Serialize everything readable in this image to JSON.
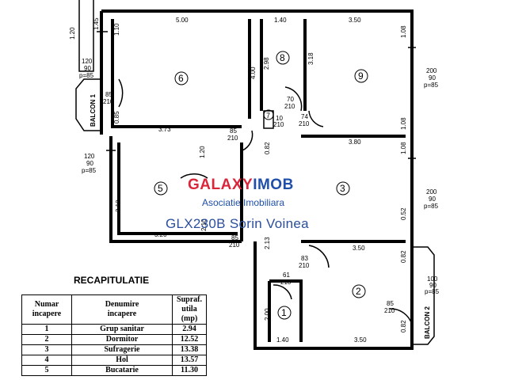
{
  "rooms": [
    {
      "number": "1",
      "name": "Grup sanitar",
      "area": "2.94",
      "dims": [
        "1.40",
        "2.00"
      ]
    },
    {
      "number": "2",
      "name": "Dormitor",
      "area": "12.52",
      "dims": [
        "3.50",
        "3.50"
      ]
    },
    {
      "number": "3",
      "name": "Sufragerie",
      "area": "13.38",
      "dims": [
        "3.80",
        "0.52"
      ]
    },
    {
      "number": "4",
      "name": "Hol",
      "area": "13.57",
      "dims": []
    },
    {
      "number": "5",
      "name": "Bucatarie",
      "area": "11.30",
      "dims": [
        "3.20",
        "2.10"
      ]
    },
    {
      "number": "6",
      "name": "",
      "area": "",
      "dims": [
        "5.00",
        "3.73",
        "4.00"
      ]
    },
    {
      "number": "7",
      "name": "",
      "area": "",
      "dims": []
    },
    {
      "number": "8",
      "name": "",
      "area": "",
      "dims": [
        "1.40",
        "2.98"
      ]
    },
    {
      "number": "9",
      "name": "",
      "area": "",
      "dims": [
        "3.50",
        "3.18"
      ]
    }
  ],
  "balconies": [
    "BALCON 1",
    "BALCON 2"
  ],
  "openings": {
    "w120": [
      "120",
      "90",
      "p=85"
    ],
    "w200": [
      "200",
      "90",
      "p=85"
    ],
    "w100": [
      "100",
      "90",
      "p=85"
    ],
    "d85": [
      "85",
      "210"
    ],
    "d70": [
      "70",
      "210"
    ],
    "d74": [
      "74",
      "210"
    ],
    "d10": [
      "10",
      "210"
    ],
    "d83": [
      "83",
      "210"
    ],
    "d61": [
      "61",
      "210"
    ]
  },
  "dims_misc": {
    "d120": "1.20",
    "d145": "1.45",
    "d110": "1.10",
    "d085": "0.85",
    "d082": "0.82",
    "d108": "1.08",
    "d213": "2.13",
    "d210": "2.10"
  },
  "watermark": {
    "logo_a": "GALAXY",
    "logo_b": "IMOB",
    "subtitle": "Asociatie Imobiliara",
    "code": "GLX230B Sorin Voinea"
  },
  "recap": {
    "title": "RECAPITULATIE",
    "headers": {
      "col1": [
        "Numar",
        "incapere"
      ],
      "col2": [
        "Denumire",
        "incapere"
      ],
      "col3": [
        "Supraf.",
        "utila",
        "(mp)"
      ]
    }
  }
}
